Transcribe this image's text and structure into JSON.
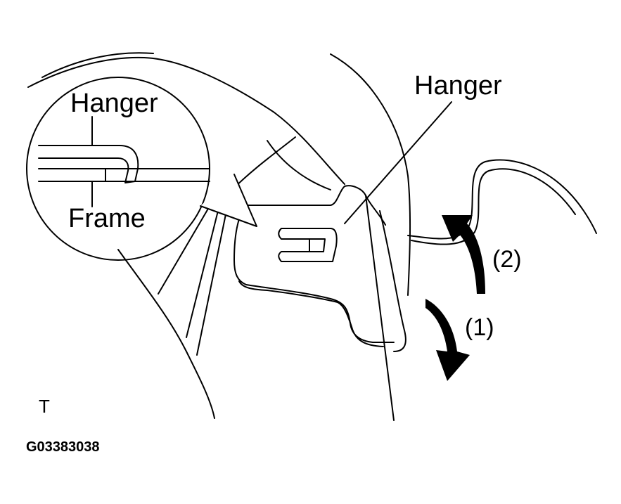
{
  "labels": {
    "hanger_inset": "Hanger",
    "frame_inset": "Frame",
    "hanger_main": "Hanger",
    "step_2": "(2)",
    "step_1": "(1)",
    "view_marker": "T",
    "figure_code": "G03383038"
  },
  "colors": {
    "line": "#000000",
    "background": "#ffffff"
  }
}
